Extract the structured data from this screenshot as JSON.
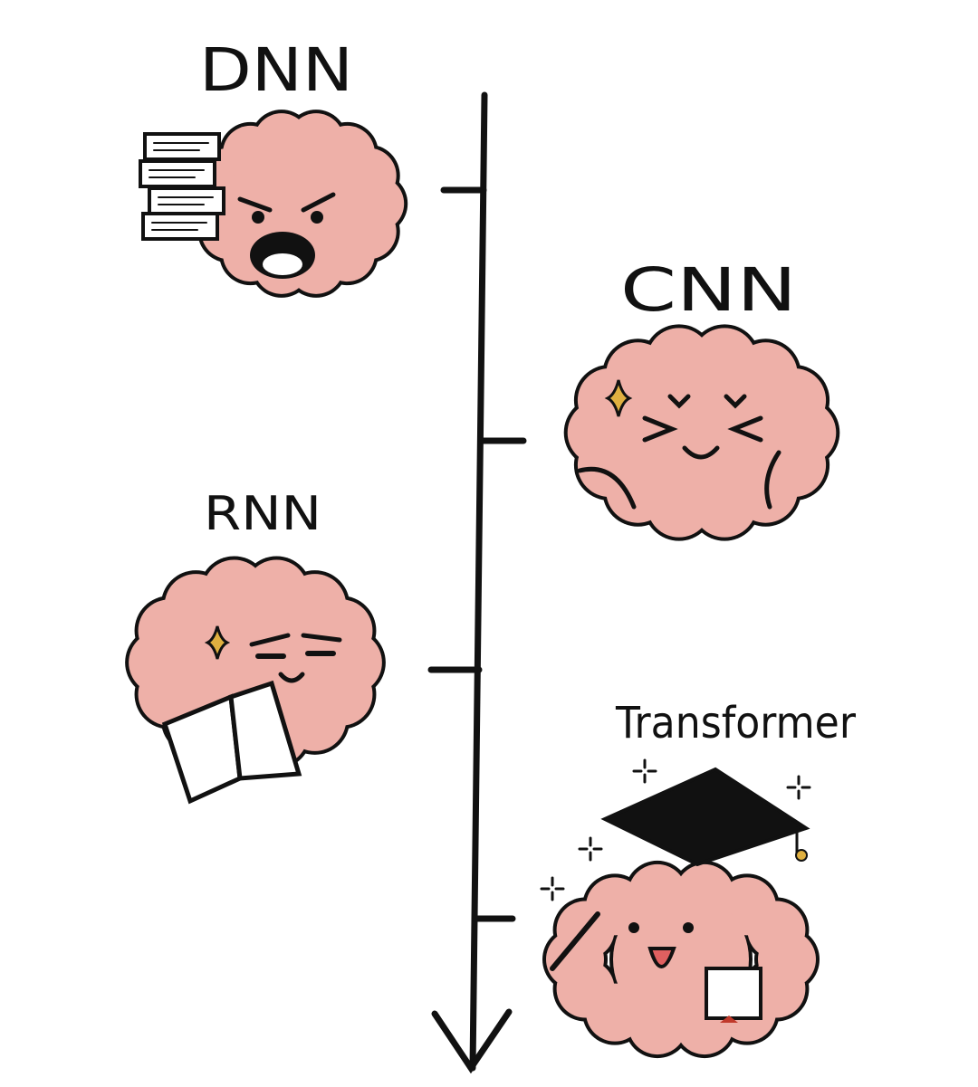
{
  "labels": {
    "dnn": "DNN",
    "cnn": "CNN",
    "rnn": "RNN",
    "transformer": "Transformer"
  },
  "colors": {
    "brain": "#eeb0a8",
    "outline": "#111111",
    "sparkle": "#e0b040",
    "paper": "#ffffff",
    "cap": "#111111",
    "ribbon": "#c0392b"
  }
}
